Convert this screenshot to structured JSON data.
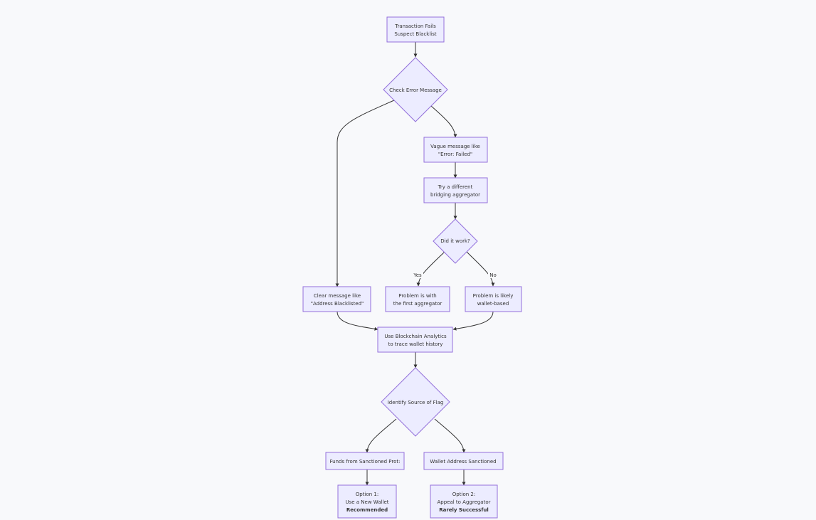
{
  "nodes": {
    "n1": [
      "Transaction Fails",
      "Suspect Blacklist"
    ],
    "n2": [
      "Check Error Message"
    ],
    "n3": [
      "Vague message like",
      "\"Error: Failed\""
    ],
    "n4": [
      "Try a different",
      "bridging aggregator"
    ],
    "n5": [
      "Did it work?"
    ],
    "n6": [
      "Clear message like",
      "\"Address Blacklisted\""
    ],
    "n7": [
      "Problem is with",
      "the first aggregator"
    ],
    "n8": [
      "Problem is likely",
      "wallet-based"
    ],
    "n9": [
      "Use Blockchain Analytics",
      "to trace wallet history"
    ],
    "n10": [
      "Identify Source of Flag"
    ],
    "n11": [
      "Funds from Sanctioned Prot:"
    ],
    "n12": [
      "Wallet Address Sanctioned"
    ],
    "n13": [
      "Option 1:",
      "Use a New Wallet",
      "Recommended"
    ],
    "n14": [
      "Option 2:",
      "Appeal to Aggregator",
      "Rarely Successful"
    ]
  },
  "edge_labels": {
    "yes": "Yes",
    "no": "No"
  },
  "colors": {
    "node_fill": "#ececff",
    "node_stroke": "#9370db",
    "edge": "#333333",
    "text": "#333333",
    "background": "#f8f9fb"
  }
}
